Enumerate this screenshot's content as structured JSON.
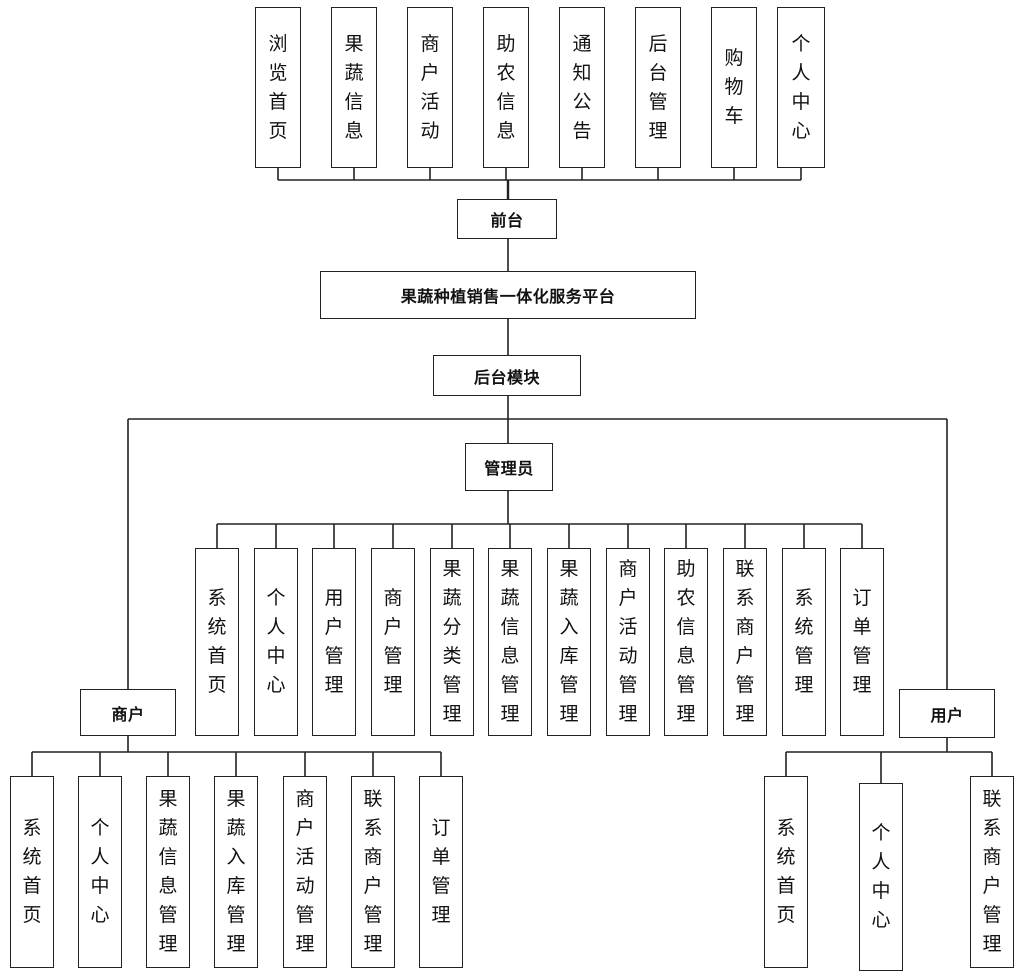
{
  "frontend": {
    "label": "前台",
    "items": [
      "浏览首页",
      "果蔬信息",
      "商户活动",
      "助农信息",
      "通知公告",
      "后台管理",
      "购物车",
      "个人中心"
    ]
  },
  "platform": {
    "label": "果蔬种植销售一体化服务平台"
  },
  "backend": {
    "label": "后台模块"
  },
  "admin": {
    "label": "管理员",
    "items": [
      "系统首页",
      "个人中心",
      "用户管理",
      "商户管理",
      "果蔬分类管理",
      "果蔬信息管理",
      "果蔬入库管理",
      "商户活动管理",
      "助农信息管理",
      "联系商户管理",
      "系统管理",
      "订单管理"
    ]
  },
  "merchant": {
    "label": "商户",
    "items": [
      "系统首页",
      "个人中心",
      "果蔬信息管理",
      "果蔬入库管理",
      "商户活动管理",
      "联系商户管理",
      "订单管理"
    ]
  },
  "user": {
    "label": "用户",
    "items": [
      "系统首页",
      "个人中心",
      "联系商户管理"
    ]
  }
}
